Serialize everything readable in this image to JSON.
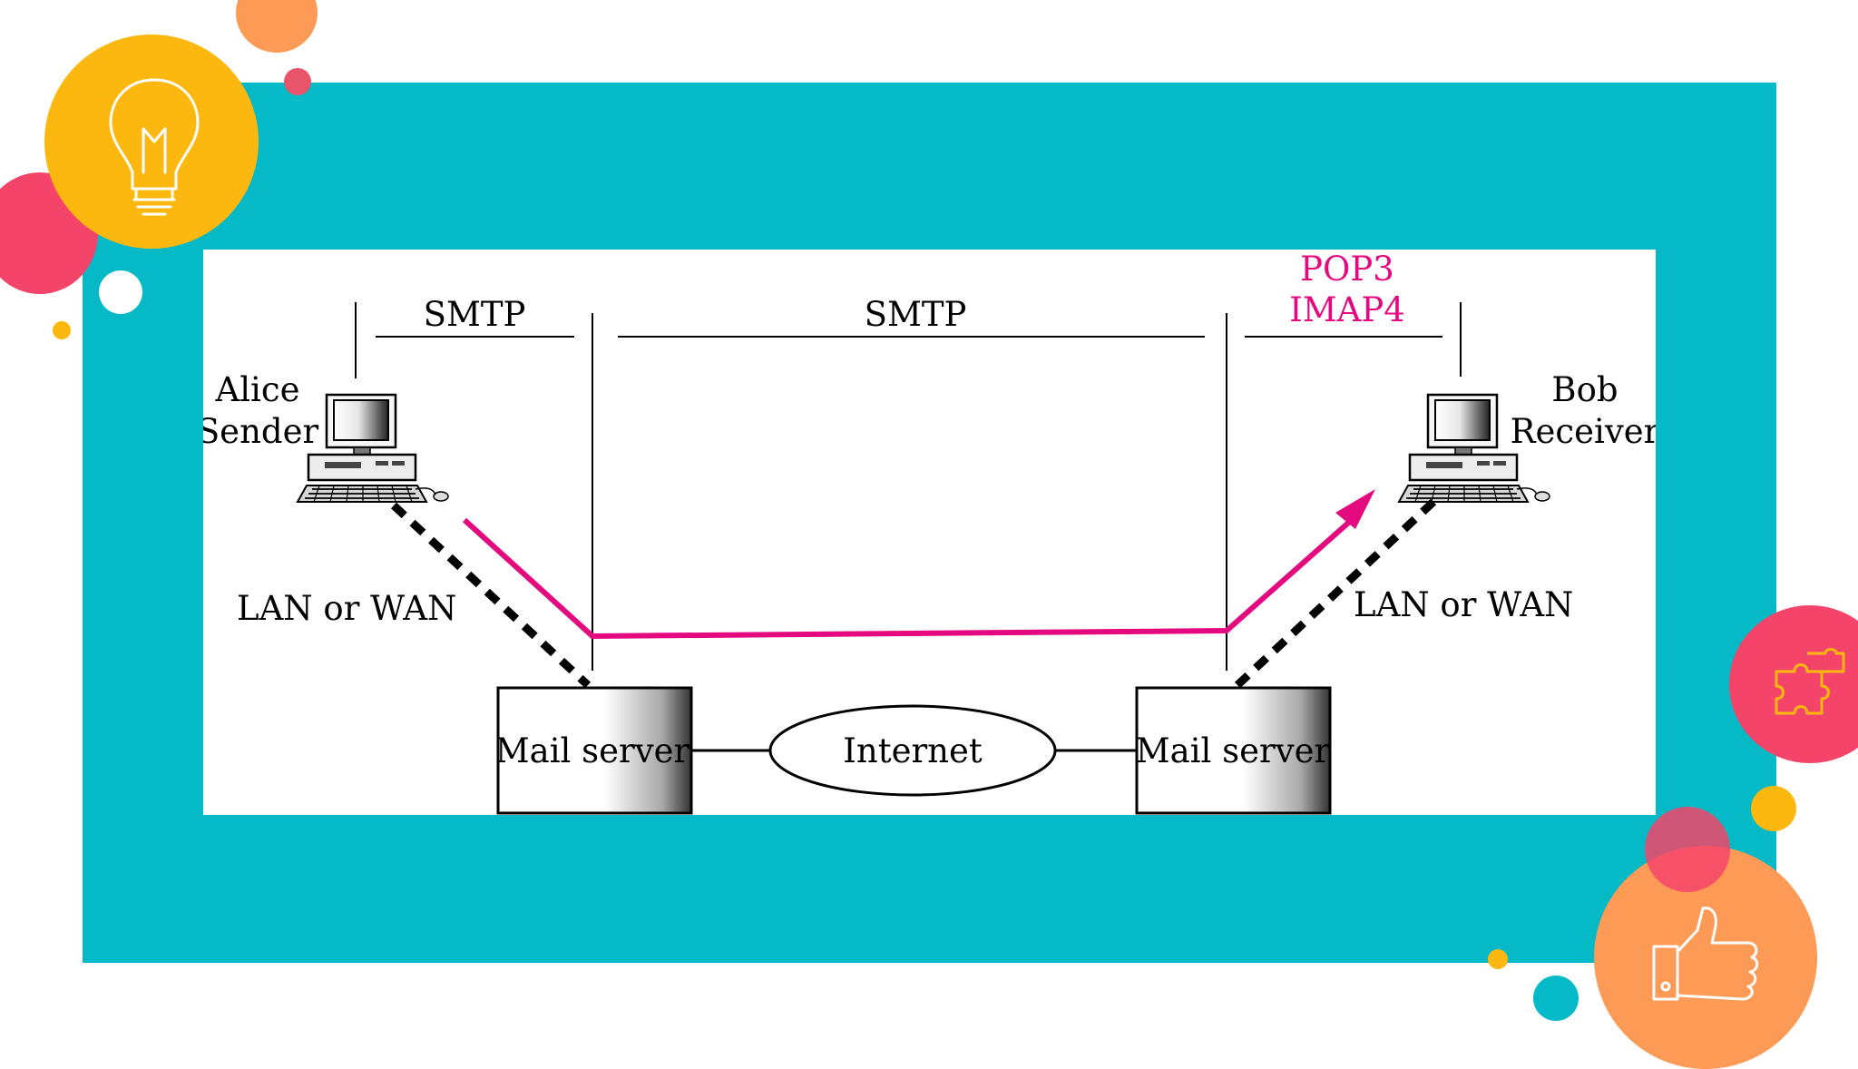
{
  "diagram": {
    "protocols": {
      "left": "SMTP",
      "middle": "SMTP",
      "right_line1": "POP3",
      "right_line2": "IMAP4"
    },
    "sender": {
      "name": "Alice",
      "role": "Sender"
    },
    "receiver": {
      "name": "Bob",
      "role": "Receiver"
    },
    "link_left": "LAN or WAN",
    "link_right": "LAN or WAN",
    "server_left": "Mail server",
    "server_right": "Mail server",
    "network": "Internet"
  },
  "colors": {
    "frame": "#05b9c6",
    "path": "#e5097f",
    "accent_yellow": "#fcb80f",
    "accent_orange": "#fd9a55",
    "accent_red": "#f4446a"
  },
  "icons": [
    "lightbulb-icon",
    "puzzle-icon",
    "thumbs-up-icon"
  ]
}
